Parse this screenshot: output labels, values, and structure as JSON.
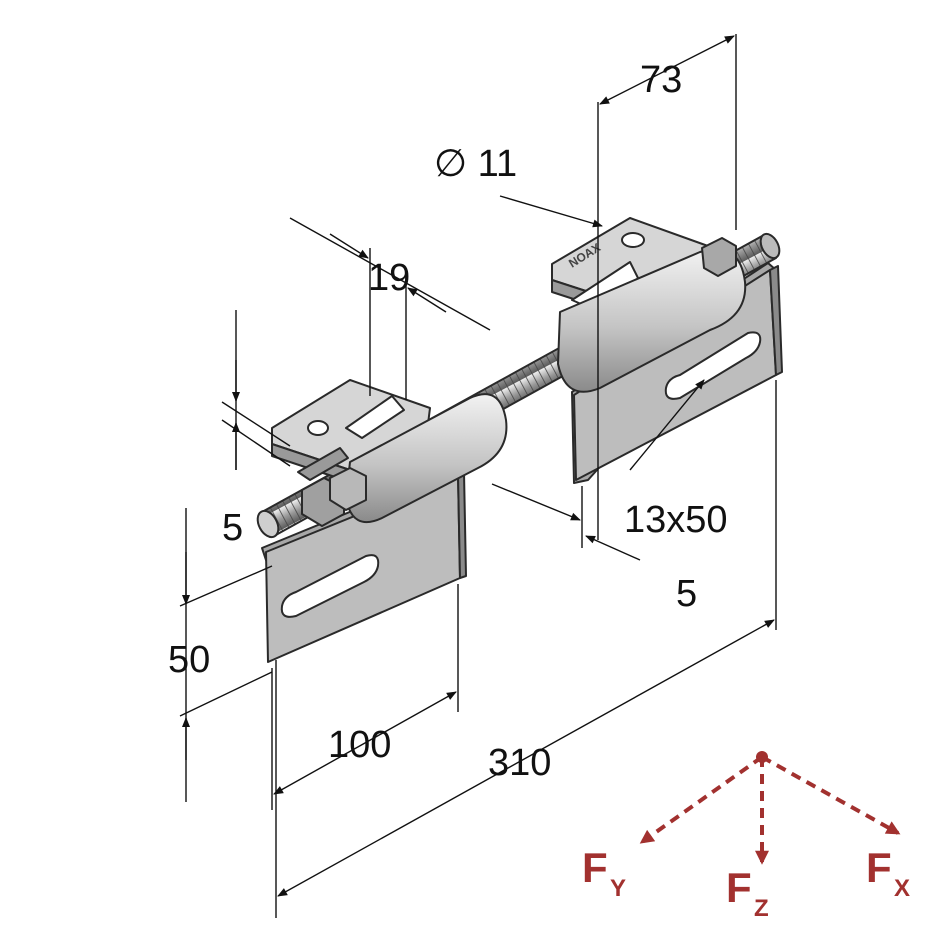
{
  "dimensions": {
    "offset_73": "73",
    "diameter": "∅ 11",
    "width_19": "19",
    "thickness_left": "5",
    "slot": "13x50",
    "thickness_right": "5",
    "height_50": "50",
    "width_100": "100",
    "length_310": "310"
  },
  "plate_mark": "NOAX",
  "forces": {
    "y": {
      "main": "F",
      "sub": "Y"
    },
    "z": {
      "main": "F",
      "sub": "Z"
    },
    "x": {
      "main": "F",
      "sub": "X"
    }
  },
  "colors": {
    "force": "#a2312f",
    "metal_light": "#d9d9d9",
    "metal_mid": "#bdbdbd",
    "metal_dark": "#8f8f8f",
    "outline": "#2a2a2a"
  }
}
